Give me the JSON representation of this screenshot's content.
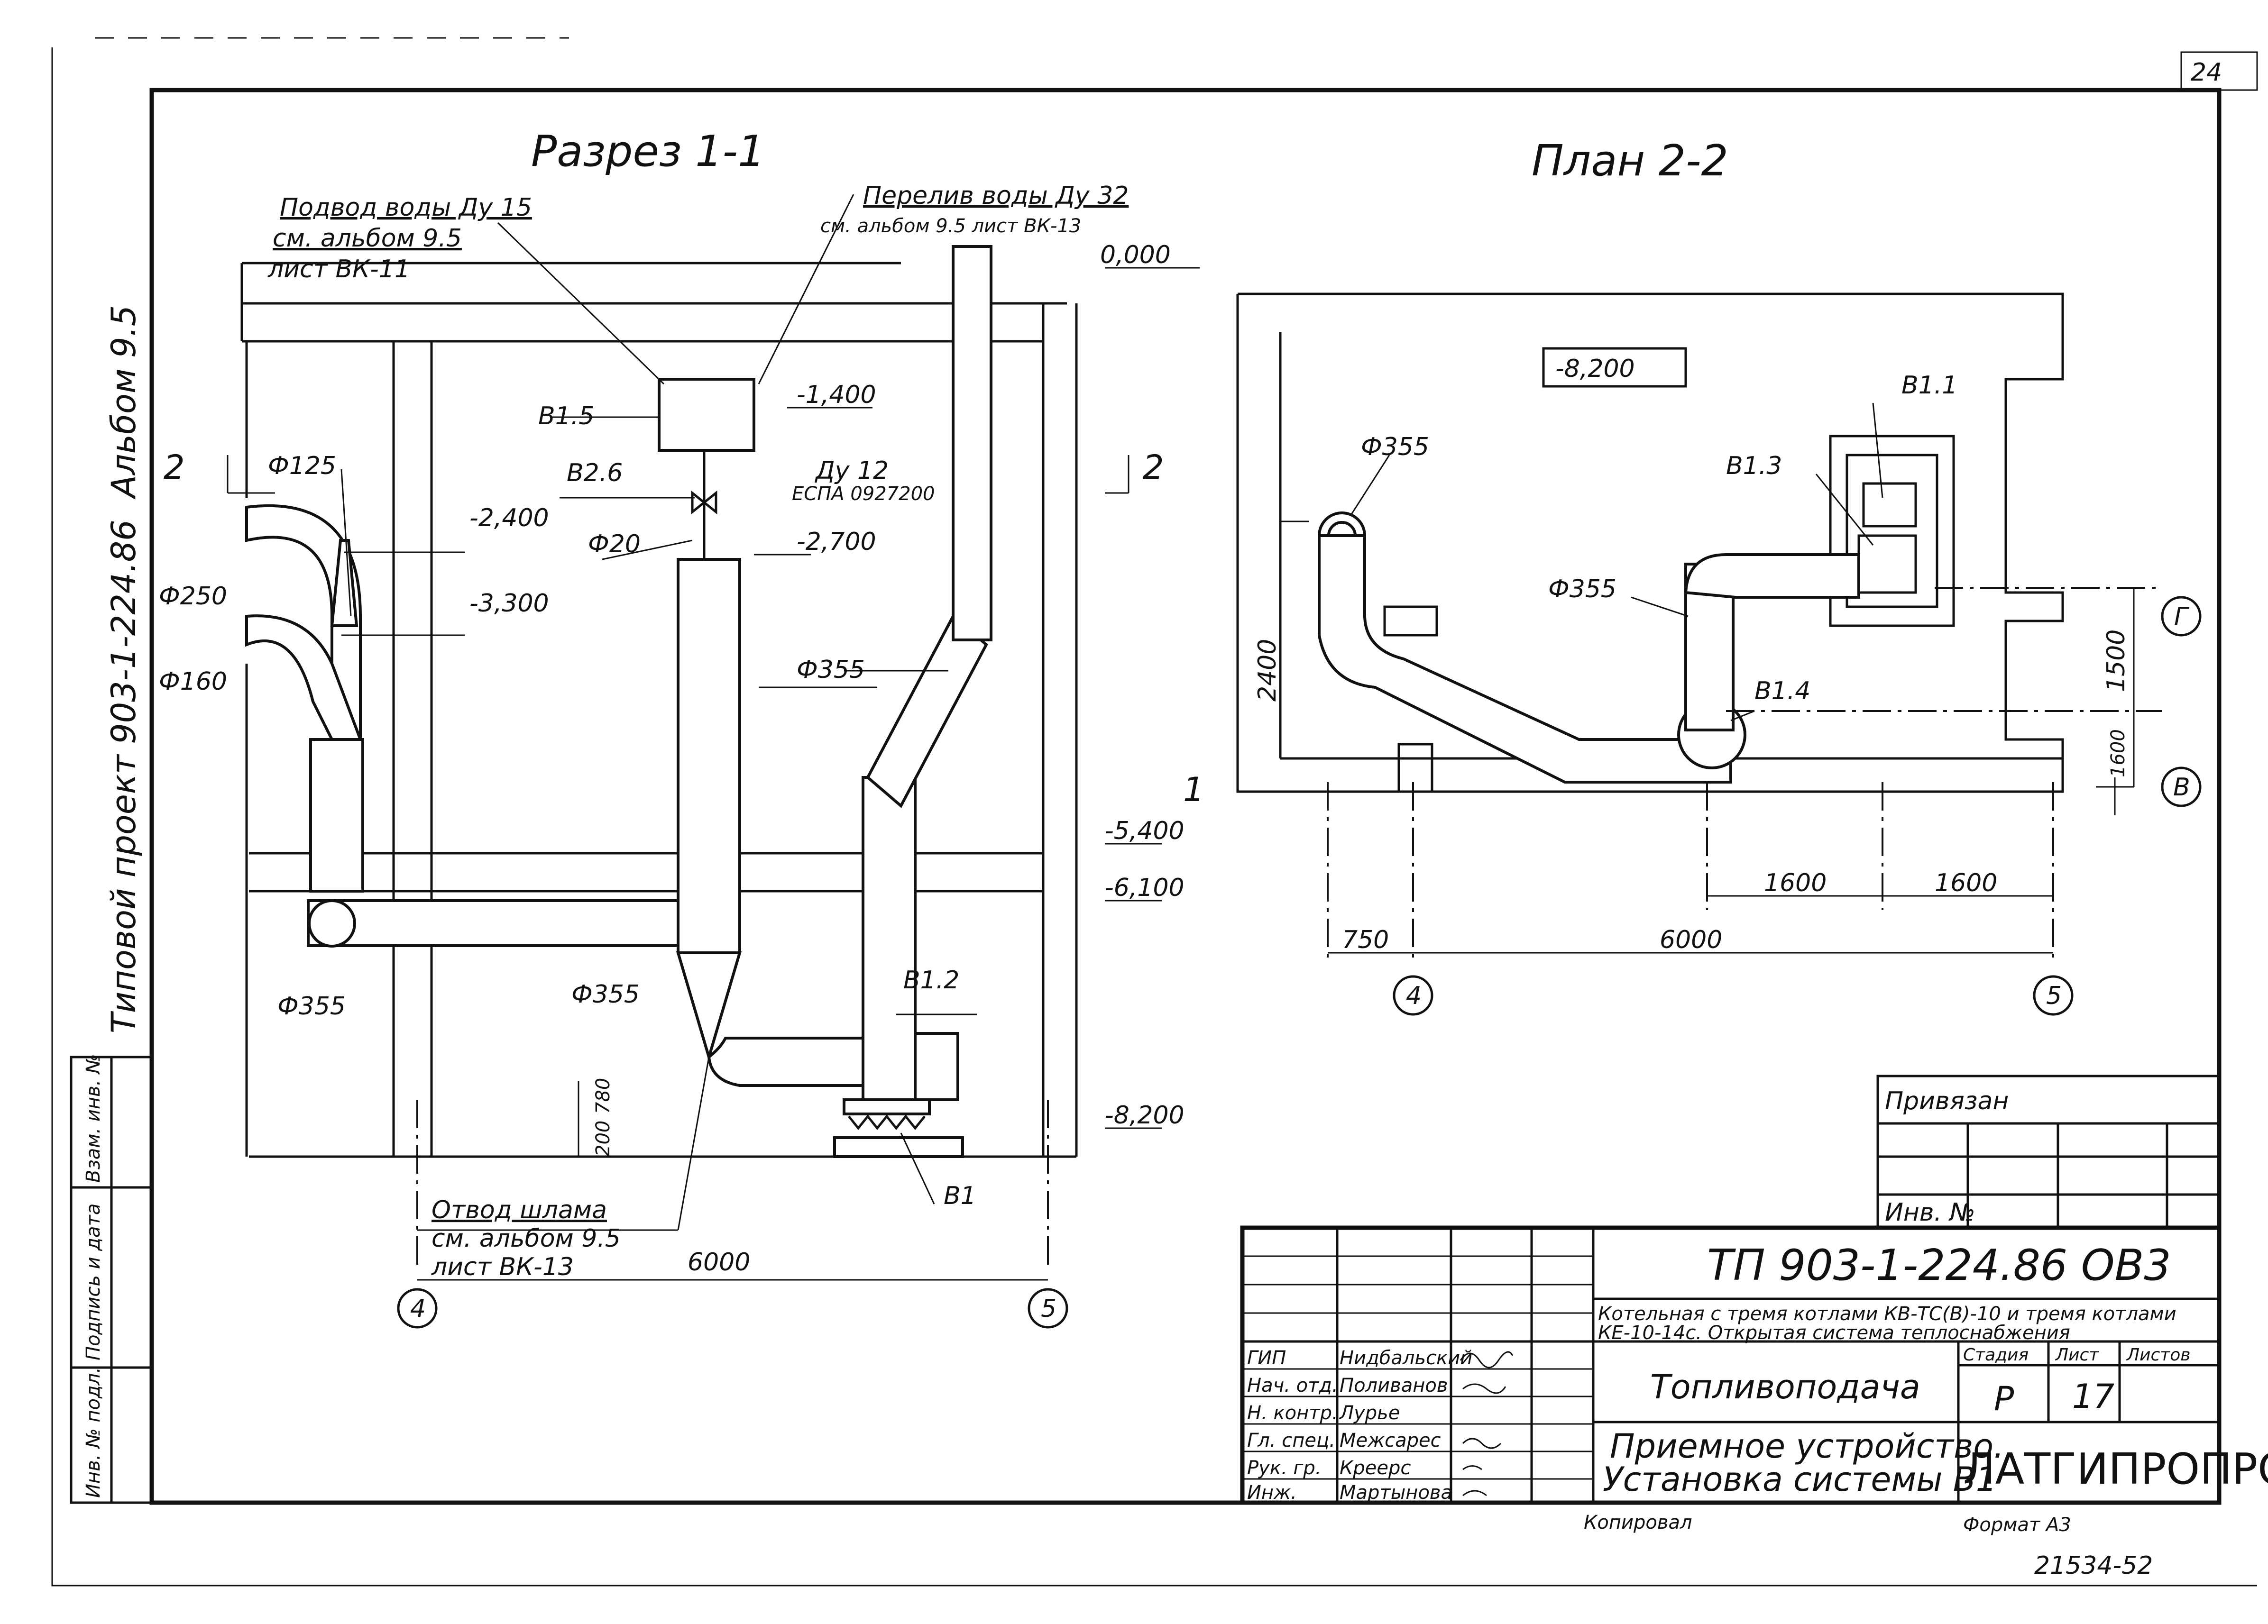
{
  "sheet_number": "24",
  "album_label": "Альбом 9.5",
  "project_label": "Типовой проект 903-1-224.86",
  "left_stamp": {
    "col1": "Инв. № подл.",
    "col2": "Подпись и дата",
    "col3": "Взам. инв. №"
  },
  "section_1": {
    "title": "Разрез 1-1",
    "note_water_supply": [
      "Подвод воды Ду 15",
      "см. альбом 9.5",
      "лист ВК-11"
    ],
    "note_overflow": [
      "Перелив воды Ду 32",
      "см. альбом 9.5 лист ВК-13"
    ],
    "note_sludge": [
      "Отвод шлама",
      "см. альбом 9.5",
      "лист ВК-13"
    ],
    "section_mark_left": "2",
    "section_mark_right": "2",
    "elevations": [
      "0,000",
      "-1,400",
      "-2,400",
      "-2,700",
      "-3,300",
      "-5,400",
      "-6,100",
      "-8,200"
    ],
    "diameters": [
      "Ф125",
      "Ф250",
      "Ф160",
      "Ф20",
      "Ф355",
      "Ф355",
      "Ф355"
    ],
    "items": [
      "В1.5",
      "В2.6",
      "В1.2",
      "В1"
    ],
    "valve": [
      "Ду 12",
      "ЕСПА 0927200"
    ],
    "dims": [
      "780",
      "200"
    ],
    "span": "6000",
    "axes": [
      "4",
      "5"
    ]
  },
  "plan_2": {
    "title": "План 2-2",
    "elevation": "-8,200",
    "diameters": [
      "Ф355",
      "Ф355"
    ],
    "items": [
      "В1.1",
      "В1.3",
      "В1.4"
    ],
    "dims": [
      "2400",
      "1500",
      "1600",
      "1600",
      "1600",
      "750",
      "6000"
    ],
    "section_mark": "1",
    "axes_bottom": [
      "4",
      "5"
    ],
    "axes_right": [
      "Г",
      "В"
    ]
  },
  "title_block": {
    "attached": "Привязан",
    "inv_no": "Инв. №",
    "code": "ТП 903-1-224.86    ОВ3",
    "description": [
      "Котельная с тремя котлами КВ-ТС(В)-10 и тремя котлами",
      "КЕ-10-14с. Открытая система теплоснабжения"
    ],
    "section_name": "Топливоподача",
    "drawing_name": [
      "Приемное устройство.",
      "Установка системы В1"
    ],
    "stage_label": "Стадия",
    "sheet_label": "Лист",
    "sheets_label": "Листов",
    "stage": "Р",
    "sheet": "17",
    "company": "ЛАТГИПРОПРОМ",
    "roles": [
      {
        "role": "ГИП",
        "name": "Нидбальский"
      },
      {
        "role": "Нач. отд.",
        "name": "Поливанов"
      },
      {
        "role": "Н. контр.",
        "name": "Лурье"
      },
      {
        "role": "Гл. спец.",
        "name": "Межсарес"
      },
      {
        "role": "Рук. гр.",
        "name": "Креерс"
      },
      {
        "role": "Инж.",
        "name": "Мартынова"
      }
    ],
    "copied": "Копировал",
    "format": "Формат А3",
    "archive_number": "21534-52"
  }
}
